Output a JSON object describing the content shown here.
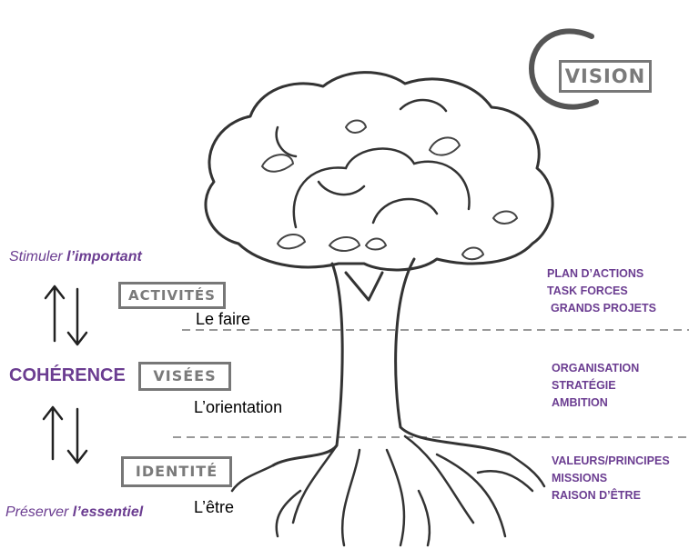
{
  "left": {
    "top_text_prefix": "Stimuler ",
    "top_text_emph": "l’important",
    "center_text": "COHÉRENCE",
    "bottom_text_prefix": "Préserver ",
    "bottom_text_emph": "l’essentiel"
  },
  "tags": {
    "vision": "VISION",
    "activites": "ACTIVITÉS",
    "visees": "VISÉES",
    "identite": "IDENTITÉ"
  },
  "sublabels": {
    "faire": "Le faire",
    "orientation": "L’orientation",
    "etre": "L’être"
  },
  "right": {
    "activites": [
      "PLAN D’ACTIONS",
      "TASK FORCES",
      "GRANDS PROJETS"
    ],
    "visees": [
      "ORGANISATION",
      "STRATÉGIE",
      "AMBITION"
    ],
    "identite": [
      "VALEURS/PRINCIPES",
      "MISSIONS",
      "RAISON D’ÊTRE"
    ]
  },
  "colors": {
    "accent": "#6b3d91",
    "ink": "#3a3a3a",
    "tag_border": "#777777"
  }
}
